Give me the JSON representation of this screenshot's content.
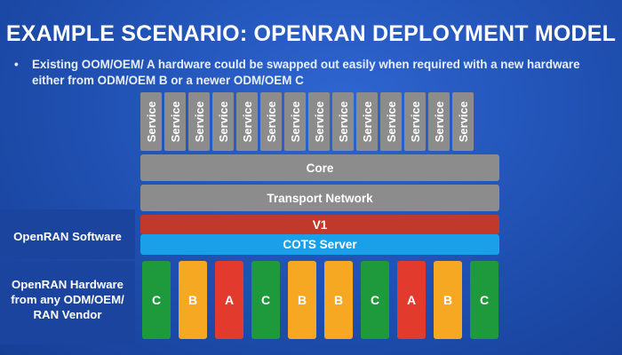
{
  "title": "EXAMPLE SCENARIO: OPENRAN DEPLOYMENT MODEL",
  "bullet": {
    "marker": "•",
    "text": "Existing OOM/OEM/ A hardware could be swapped out easily when required with a new hardware either from ODM/OEM B or a newer ODM/OEM C"
  },
  "services": [
    "Service",
    "Service",
    "Service",
    "Service",
    "Service",
    "Service",
    "Service",
    "Service",
    "Service",
    "Service",
    "Service",
    "Service",
    "Service",
    "Service"
  ],
  "layers": {
    "core": "Core",
    "transport": "Transport Network",
    "v1": "V1",
    "cots": "COTS Server"
  },
  "left_labels": {
    "software": "OpenRAN Software",
    "hardware_line1": "OpenRAN Hardware",
    "hardware_line2": "from any ODM/OEM/",
    "hardware_line3": "RAN Vendor"
  },
  "hardware": [
    "C",
    "B",
    "A",
    "C",
    "B",
    "B",
    "C",
    "A",
    "B",
    "C"
  ],
  "colors": {
    "background": "#1f4fb0",
    "grey": "#8c8c8c",
    "red": "#c0392b",
    "cyan": "#1aa0e8",
    "vendor_A": "#e23b2e",
    "vendor_B": "#f7a823",
    "vendor_C": "#1e9a3c"
  }
}
